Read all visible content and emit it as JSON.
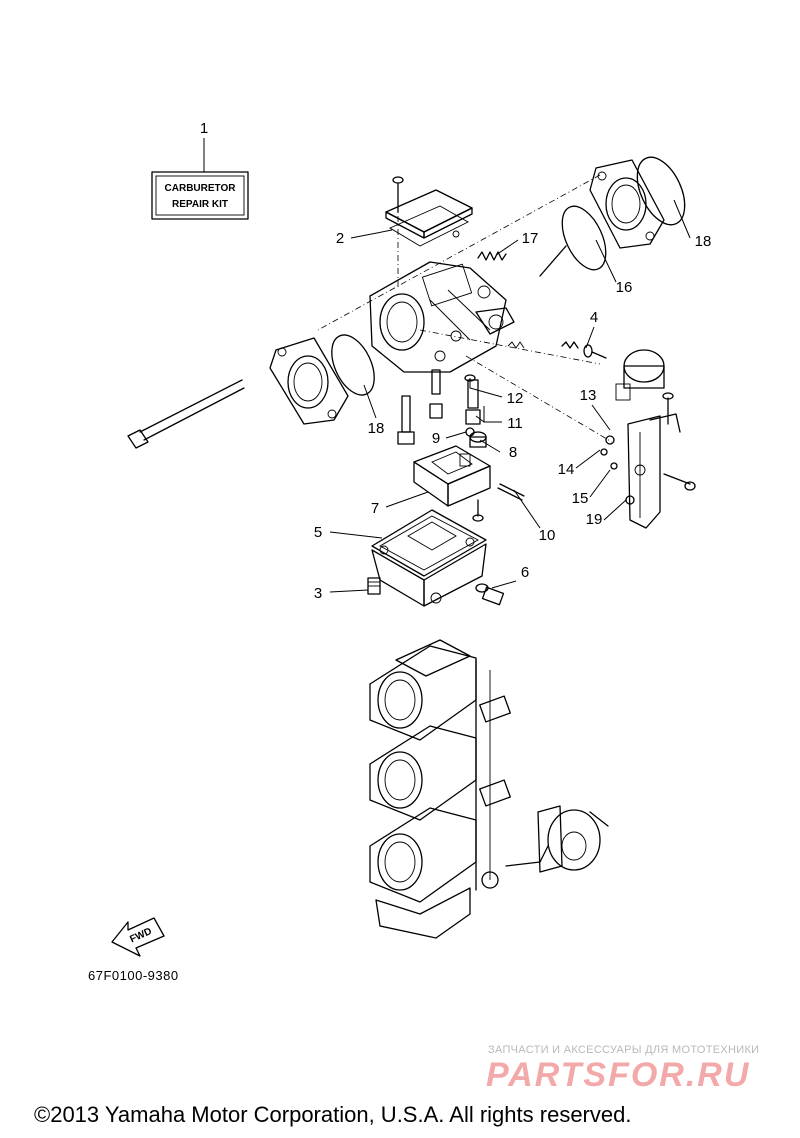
{
  "repair_kit": {
    "line1": "CARBURETOR",
    "line2": "REPAIR KIT"
  },
  "callouts": [
    "1",
    "2",
    "3",
    "4",
    "5",
    "6",
    "7",
    "8",
    "9",
    "10",
    "11",
    "12",
    "13",
    "14",
    "15",
    "16",
    "17",
    "18",
    "18",
    "19"
  ],
  "fwd_label": "FWD",
  "part_number": "67F0100-9380",
  "watermark": {
    "subtitle": "ЗАПЧАСТИ И АКСЕССУАРЫ ДЛЯ МОТОТЕХНИКИ",
    "logo": "PARTSFOR.RU"
  },
  "copyright": "©2013 Yamaha Motor Corporation, U.S.A. All rights reserved."
}
